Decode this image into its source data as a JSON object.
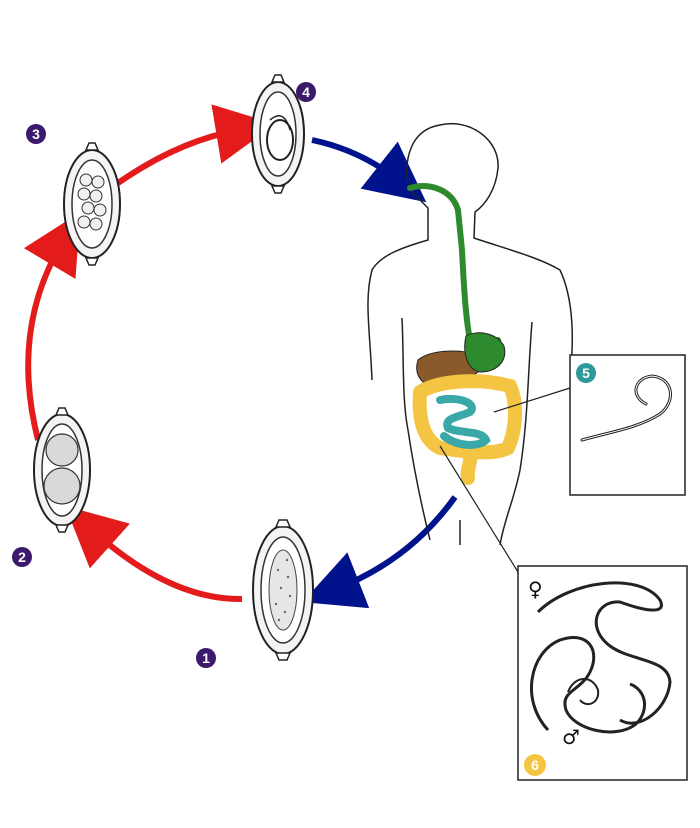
{
  "stages": [
    {
      "id": "stage-1",
      "label": "1",
      "color": "#3b1a6b"
    },
    {
      "id": "stage-2",
      "label": "2",
      "color": "#3b1a6b"
    },
    {
      "id": "stage-3",
      "label": "3",
      "color": "#3b1a6b"
    },
    {
      "id": "stage-4",
      "label": "4",
      "color": "#3b1a6b"
    },
    {
      "id": "stage-5",
      "label": "5",
      "color": "#2c9a9a"
    },
    {
      "id": "stage-6",
      "label": "6",
      "color": "#f5c542"
    }
  ],
  "insets": {
    "female_symbol": "♀",
    "male_symbol": "♂"
  },
  "colors": {
    "environment_arrow": "#e41b1b",
    "host_arrow": "#00138c",
    "esophagus": "#2d8a2d",
    "liver": "#8b5a2b",
    "colon": "#f4c542",
    "small_intestine": "#3aa8a8"
  }
}
